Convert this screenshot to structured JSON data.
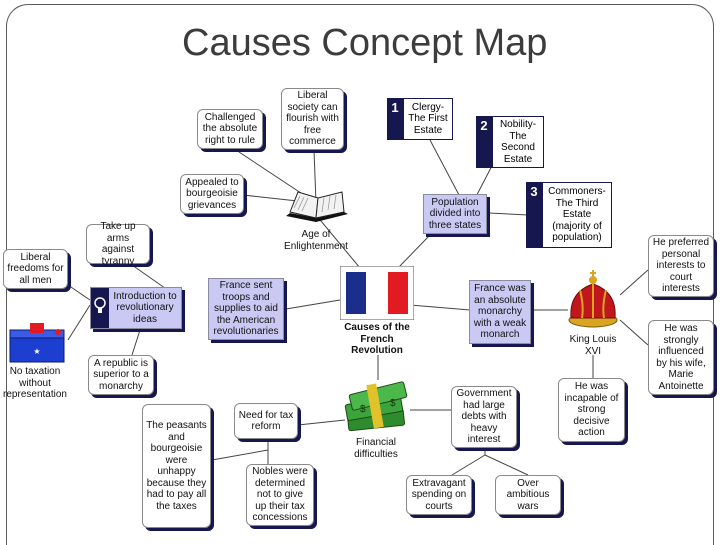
{
  "title": "Causes Concept Map",
  "center": "Causes of the French Revolution",
  "nodes": {
    "liberal_society": "Liberal society can flourish with free commerce",
    "challenged": "Challenged the absolute right to rule",
    "appealed": "Appealed to bourgeoisie grievances",
    "age": "Age of Enlightenment",
    "take_up": "Take up arms against tyranny",
    "liberal_freedoms": "Liberal freedoms for all men",
    "intro": "Introduction to revolutionary ideas",
    "no_tax": "No taxation without representation",
    "republic": "A republic is superior to a monarchy",
    "france_troops": "France sent troops and supplies to aid the American revolutionaries",
    "population": "Population divided into three states",
    "absolute": "France was an absolute monarchy with a weak monarch",
    "louis": "King Louis XVI",
    "preferred": "He preferred personal interests to court interests",
    "influenced": "He was strongly influenced by his wife, Marie Antoinette",
    "incapable": "He was incapable of strong decisive action",
    "financial": "Financial difficulties",
    "gov_debts": "Government had large debts with heavy interest",
    "extravagant": "Extravagant spending on courts",
    "wars": "Over ambitious wars",
    "need_tax": "Need for tax reform",
    "nobles": "Nobles were determined not to give up their tax concessions",
    "peasants": "The peasants and bourgeoisie were unhappy because they had to pay all the taxes"
  },
  "estates": [
    {
      "num": "1",
      "text": "Clergy- The First Estate"
    },
    {
      "num": "2",
      "text": "Nobility- The Second Estate"
    },
    {
      "num": "3",
      "text": "Commoners- The Third Estate (majority of population)"
    }
  ],
  "colors": {
    "navy": "#17174f",
    "lavender": "#c9c9f3",
    "flag_blue": "#1c2e8c",
    "flag_red": "#e21b22"
  },
  "icons": [
    "book-icon",
    "french-flag-icon",
    "crown-icon",
    "money-icon",
    "lightbulb-icon",
    "ballot-box-icon"
  ]
}
